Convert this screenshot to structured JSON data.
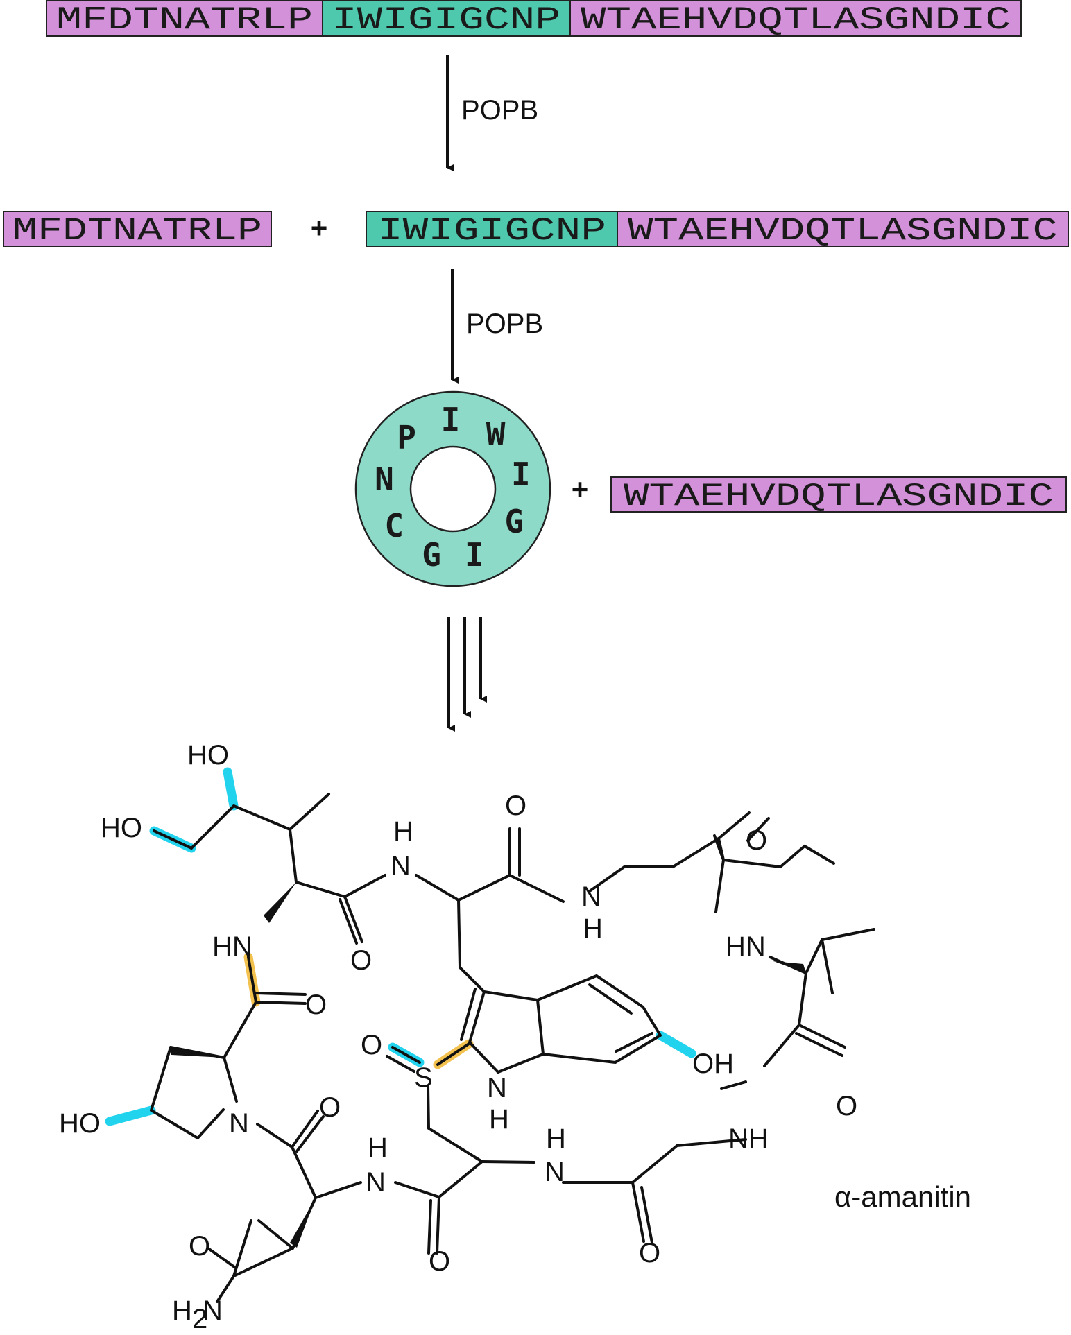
{
  "colors": {
    "leader": "#d291d8",
    "core": "#4ec9ad",
    "core_ring": "#8ddac8",
    "highlight_cyan": "#22d3ee",
    "highlight_yellow": "#f2c14e"
  },
  "precursor": {
    "leader_seq": "MFDTNATRLP",
    "core_seq": "IWIGIGCNP",
    "follower_seq": "WTAEHVDQTLASGNDIC"
  },
  "step1": {
    "enzyme": "POPB",
    "plus": "+"
  },
  "intermediate": {
    "leader_seq": "MFDTNATRLP",
    "core_seq": "IWIGIGCNP",
    "follower_seq": "WTAEHVDQTLASGNDIC"
  },
  "step2": {
    "enzyme": "POPB",
    "plus": "+"
  },
  "cyclic": {
    "residues": [
      "I",
      "W",
      "I",
      "G",
      "I",
      "G",
      "C",
      "N",
      "P"
    ],
    "follower_seq": "WTAEHVDQTLASGNDIC"
  },
  "product": {
    "name": "α-amanitin",
    "atoms": {
      "ho_top": "HO",
      "ho_left": "HO",
      "h_amide1": "H",
      "n_amide1": "N",
      "o_carbonyl_top": "O",
      "n_amide2": "N",
      "h_amide2": "H",
      "o_carbonyl_gly": "O",
      "hn_left": "HN",
      "o_carbonyl_a": "O",
      "hn_right": "HN",
      "o_carbonyl_pro": "O",
      "o_sulfoxide": "O",
      "s_atom": "S",
      "n_indole": "N",
      "h_indole": "H",
      "oh_indole": "OH",
      "o_carbonyl_ile": "O",
      "ho_pro": "HO",
      "n_pro": "N",
      "o_carbonyl_pro2": "O",
      "h_amide3": "H",
      "n_amide3": "N",
      "h_amide4": "H",
      "n_amide4": "N",
      "nh_right": "NH",
      "o_carbonyl_asn": "O",
      "o_carbonyl_b": "O",
      "o_carbonyl_c": "O",
      "h2n": "H",
      "h2n_sub": "2",
      "h2n_n": "N"
    }
  }
}
